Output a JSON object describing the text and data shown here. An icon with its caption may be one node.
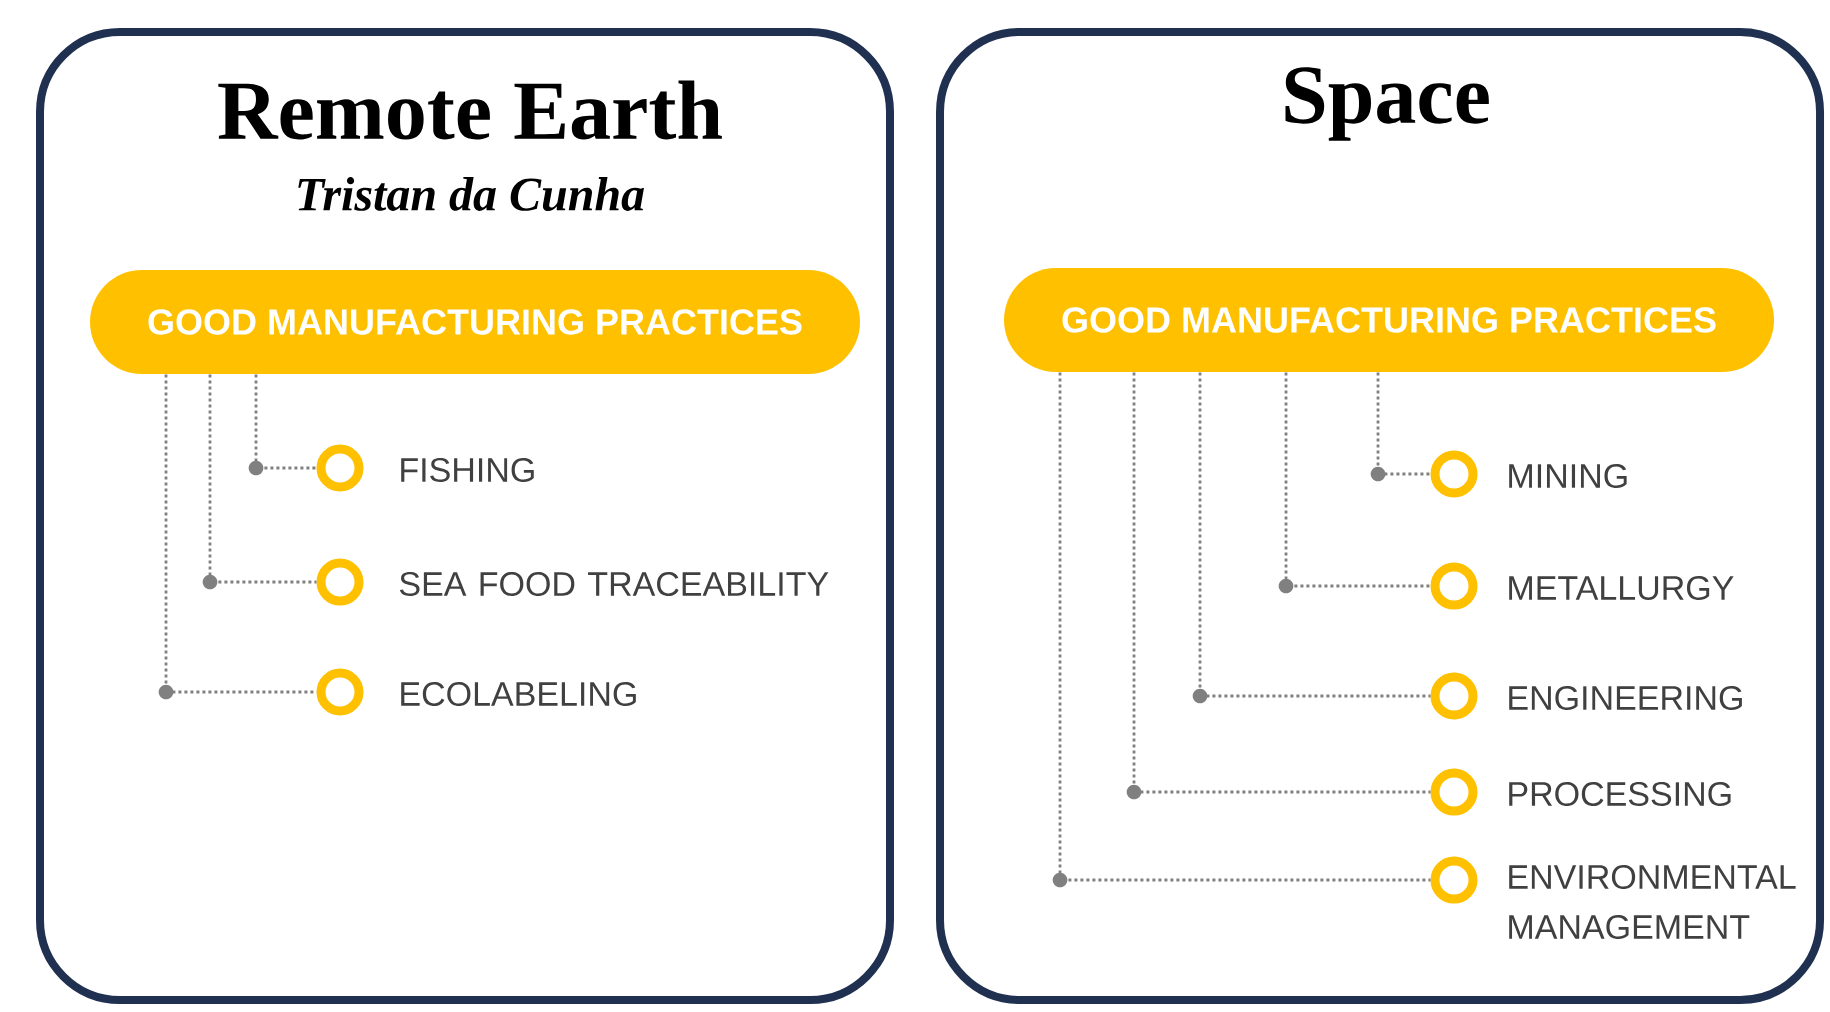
{
  "diagram": {
    "nodes": [
      {
        "text": [
          "Remote Earth",
          "Tristan da Cunha"
        ]
      },
      {
        "text": [
          "GOOD MANUFACTURING PRACTICES"
        ],
        "in": 0
      },
      {
        "text": [],
        "shape": "circle",
        "beside": [
          "FISHING"
        ],
        "in": 0
      },
      {
        "text": [],
        "shape": "circle",
        "beside": [
          "SEA FOOD TRACEABILITY"
        ],
        "in": 0
      },
      {
        "text": [],
        "shape": "circle",
        "beside": [
          "ECOLABELING"
        ],
        "in": 0
      },
      {
        "text": [
          "Space"
        ]
      },
      {
        "text": [
          "GOOD MANUFACTURING PRACTICES"
        ],
        "in": 5
      },
      {
        "text": [],
        "shape": "circle",
        "beside": [
          "MINING"
        ],
        "in": 5
      },
      {
        "text": [],
        "shape": "circle",
        "beside": [
          "METALLURGY"
        ],
        "in": 5
      },
      {
        "text": [],
        "shape": "circle",
        "beside": [
          "ENGINEERING"
        ],
        "in": 5
      },
      {
        "text": [],
        "shape": "circle",
        "beside": [
          "PROCESSING"
        ],
        "in": 5
      },
      {
        "text": [],
        "shape": "circle",
        "beside": [
          "ENVIRONMENTAL MANAGEMENT"
        ],
        "in": 5
      }
    ],
    "edges": [
      {
        "from": 1,
        "to": 2,
        "arrow": "none",
        "style": "dashed"
      },
      {
        "from": 1,
        "to": 3,
        "arrow": "none",
        "style": "dashed"
      },
      {
        "from": 1,
        "to": 4,
        "arrow": "none",
        "style": "dashed"
      },
      {
        "from": 6,
        "to": 7,
        "arrow": "none",
        "style": "dashed"
      },
      {
        "from": 6,
        "to": 8,
        "arrow": "none",
        "style": "dashed"
      },
      {
        "from": 6,
        "to": 9,
        "arrow": "none",
        "style": "dashed"
      },
      {
        "from": 6,
        "to": 10,
        "arrow": "none",
        "style": "dashed"
      },
      {
        "from": 6,
        "to": 11,
        "arrow": "none",
        "style": "dashed"
      }
    ]
  }
}
